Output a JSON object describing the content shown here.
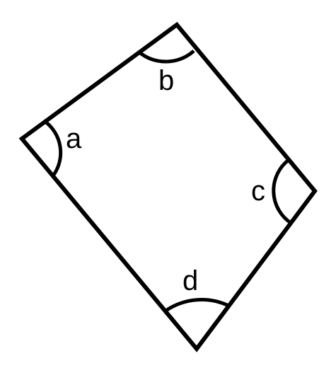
{
  "diagram": {
    "shape": "quadrilateral",
    "stroke_color": "#000000",
    "background_color": "#ffffff",
    "angle_labels": {
      "a": "a",
      "b": "b",
      "c": "c",
      "d": "d"
    }
  }
}
